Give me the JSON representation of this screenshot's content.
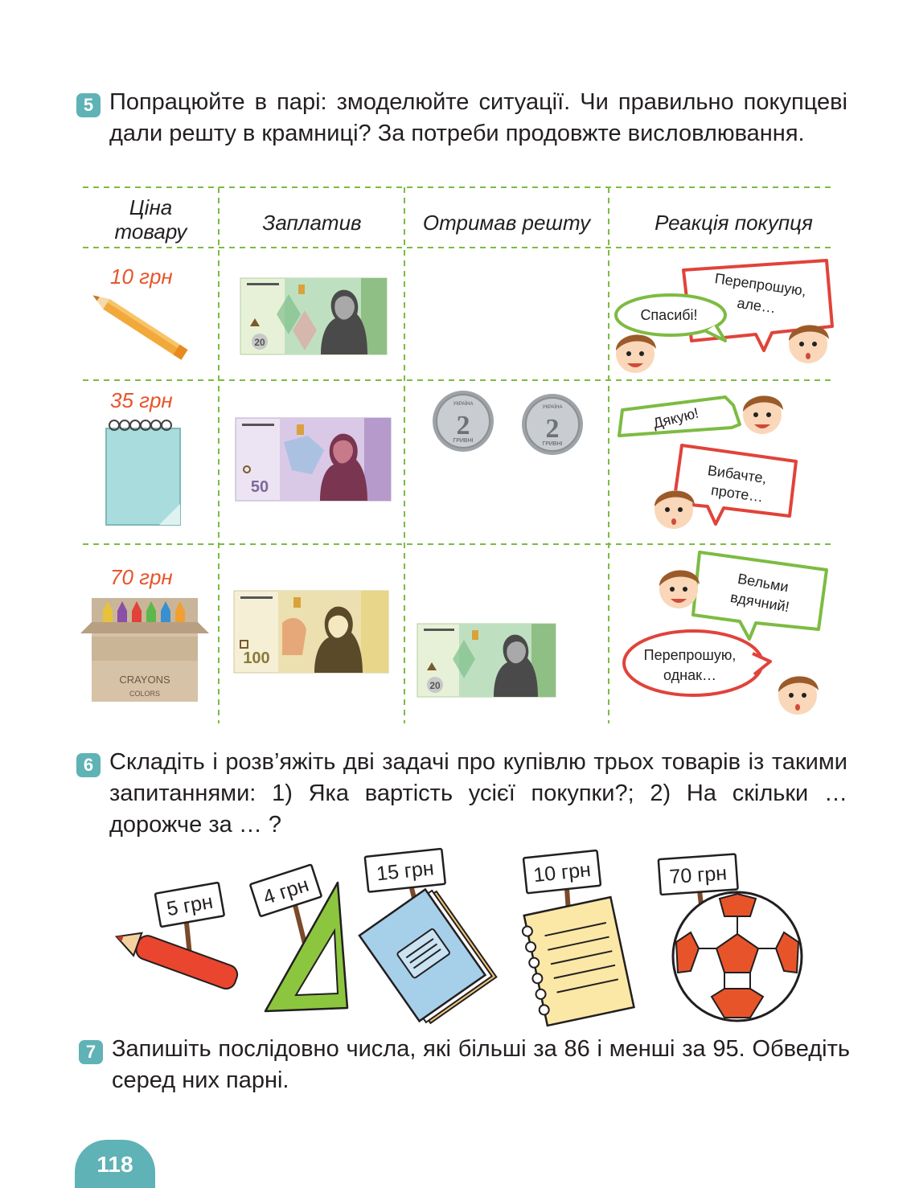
{
  "task5": {
    "number": "5",
    "text": "Попрацюйте в парі: змоделюйте ситуації. Чи правильно покупцеві дали решту в крамниці? За потреби продовжте висловлювання.",
    "headers": {
      "price_line1": "Ціна",
      "price_line2": "товару",
      "paid": "Заплатив",
      "change": "Отримав решту",
      "reaction": "Реакція покупця"
    },
    "rows": [
      {
        "price": "10 грн",
        "item_icon": "pencil-icon",
        "paid_note": "20",
        "change": [],
        "bubbles": [
          "Спасибі!",
          "Перепрошую,",
          "але…"
        ]
      },
      {
        "price": "35 грн",
        "item_icon": "notepad-icon",
        "paid_note": "50",
        "change": [
          "2",
          "2"
        ],
        "bubbles": [
          "Дякую!",
          "Вибачте,",
          "проте…"
        ]
      },
      {
        "price": "70 грн",
        "item_icon": "crayons-box-icon",
        "paid_note": "100",
        "change": [
          "20"
        ],
        "bubbles": [
          "Вельми",
          "вдячний!",
          "Перепрошую,",
          "однак…"
        ]
      }
    ],
    "crayons_label": "CRAYONS",
    "crayons_sub": "COLORS",
    "coin_country": "УКРАЇНА",
    "coin_unit": "ГРИВНІ"
  },
  "task6": {
    "number": "6",
    "text": "Складіть і розв’яжіть дві задачі про купівлю трьох товарів із такими запитаннями: 1) Яка вартість усієї покупки?; 2) На скільки … дорожче за … ?",
    "items": [
      {
        "icon": "red-pencil-icon",
        "price": "5 грн"
      },
      {
        "icon": "triangle-ruler-icon",
        "price": "4 грн"
      },
      {
        "icon": "notebook-icon",
        "price": "15 грн"
      },
      {
        "icon": "spiral-notepad-icon",
        "price": "10 грн"
      },
      {
        "icon": "soccer-ball-icon",
        "price": "70 грн"
      }
    ]
  },
  "task7": {
    "number": "7",
    "text": "Запишіть послідовно числа, які більші за 86 і менші за 95. Обведіть серед них парні."
  },
  "page_number": "118",
  "colors": {
    "accent": "#5fb2b5",
    "price": "#e8542a",
    "green": "#7dbb42",
    "red": "#e0433a"
  }
}
